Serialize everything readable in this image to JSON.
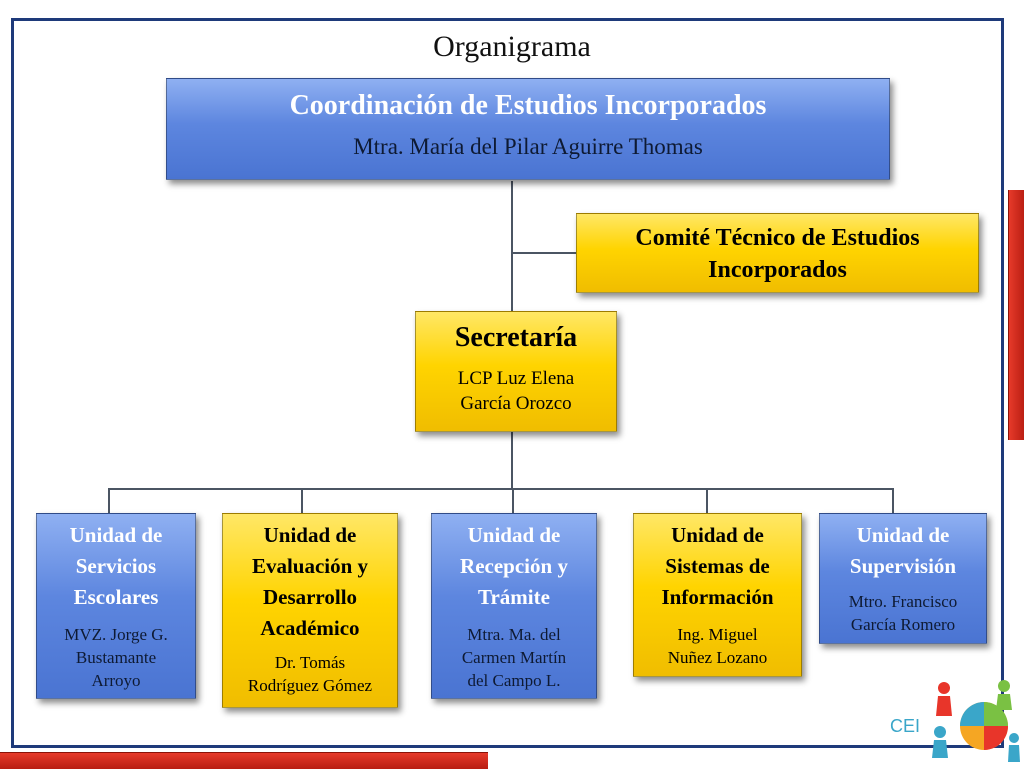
{
  "title": "Organigrama",
  "top": {
    "title": "Coordinación de Estudios Incorporados",
    "person": "Mtra. María del Pilar Aguirre Thomas"
  },
  "committee": {
    "line1": "Comité Técnico de Estudios",
    "line2": "Incorporados"
  },
  "secretary": {
    "title": "Secretaría",
    "person_line1": "LCP Luz Elena",
    "person_line2": "García Orozco"
  },
  "units": [
    {
      "title_lines": [
        "Unidad de",
        "Servicios",
        "Escolares"
      ],
      "person_lines": [
        "MVZ. Jorge G.",
        "Bustamante",
        "Arroyo"
      ]
    },
    {
      "title_lines": [
        "Unidad de",
        "Evaluación y",
        "Desarrollo",
        "Académico"
      ],
      "person_lines": [
        "Dr. Tomás",
        "Rodríguez Gómez"
      ]
    },
    {
      "title_lines": [
        "Unidad de",
        "Recepción y",
        "Trámite"
      ],
      "person_lines": [
        "Mtra. Ma. del",
        "Carmen Martín",
        "del Campo L."
      ]
    },
    {
      "title_lines": [
        "Unidad de",
        "Sistemas de",
        "Información"
      ],
      "person_lines": [
        "Ing. Miguel",
        "Nuñez Lozano"
      ]
    },
    {
      "title_lines": [
        "Unidad de",
        "Supervisión"
      ],
      "person_lines": [
        "Mtro. Francisco",
        "García Romero"
      ]
    }
  ],
  "logo": {
    "text": "CEI",
    "icon": "puzzle-people-logo-icon"
  },
  "colors": {
    "frame": "#1e3a7a",
    "accent_red": "#d22a1c",
    "box_blue": "#5d86df",
    "box_yellow": "#ffd400",
    "connector": "#4b5563"
  }
}
